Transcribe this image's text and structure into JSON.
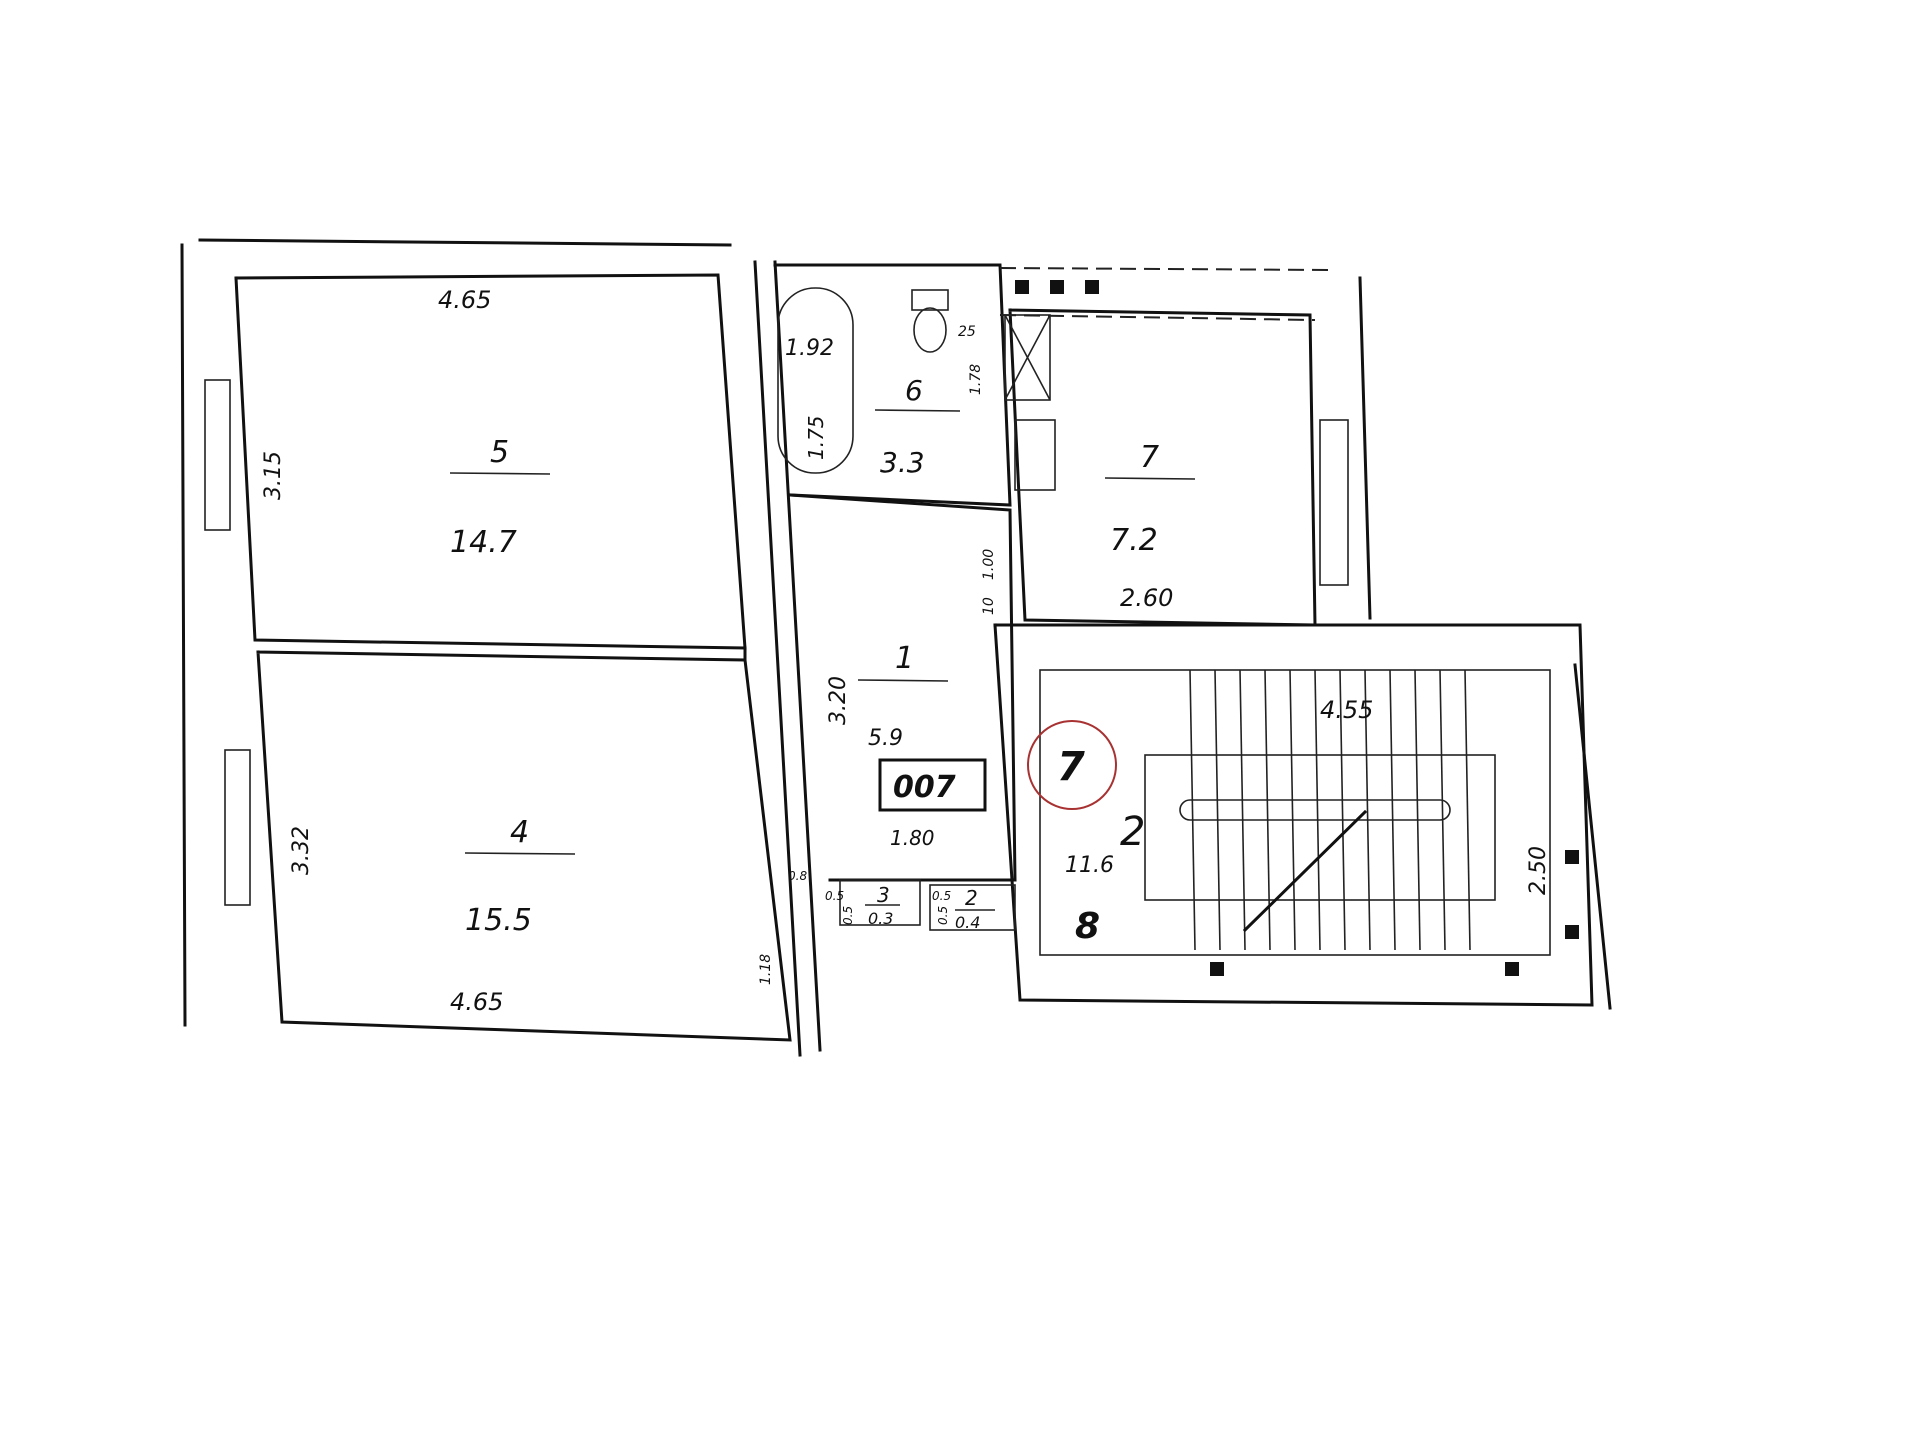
{
  "rooms": [
    {
      "number": "5",
      "area": "14.7"
    },
    {
      "number": "4",
      "area": "15.5"
    },
    {
      "number": "6",
      "area": "3.3"
    },
    {
      "number": "7",
      "area": "7.2"
    },
    {
      "number": "1",
      "area": "5.9"
    },
    {
      "number": "2",
      "area": "11.6"
    },
    {
      "number": "3",
      "area": "0.3"
    },
    {
      "number": "2",
      "area": "0.4"
    }
  ],
  "dimensions": {
    "room5_top": "4.65",
    "room5_side": "3.15",
    "room4_side": "3.32",
    "room4_bottom": "4.65",
    "bath_length": "1.92",
    "bath_inner": "1.75",
    "room7_bottom": "2.60",
    "hall_side": "3.20",
    "hall_bottom": "1.80",
    "stair_top": "4.55",
    "stair_side": "2.50",
    "door_1_18": "1.18",
    "door_1_00": "1.00",
    "small_10": "10",
    "small_1_78": "1.78",
    "small_25": "25",
    "closet_h1": "0.5",
    "closet_w1": "0.5",
    "closet_h2": "0.5",
    "closet_w2": "0.5",
    "wall_08": "0.8"
  },
  "apartment_number": "007",
  "circled_number": "7",
  "floor_section_number": "8",
  "colors": {
    "ink": "#111111",
    "circle": "#a83232"
  }
}
